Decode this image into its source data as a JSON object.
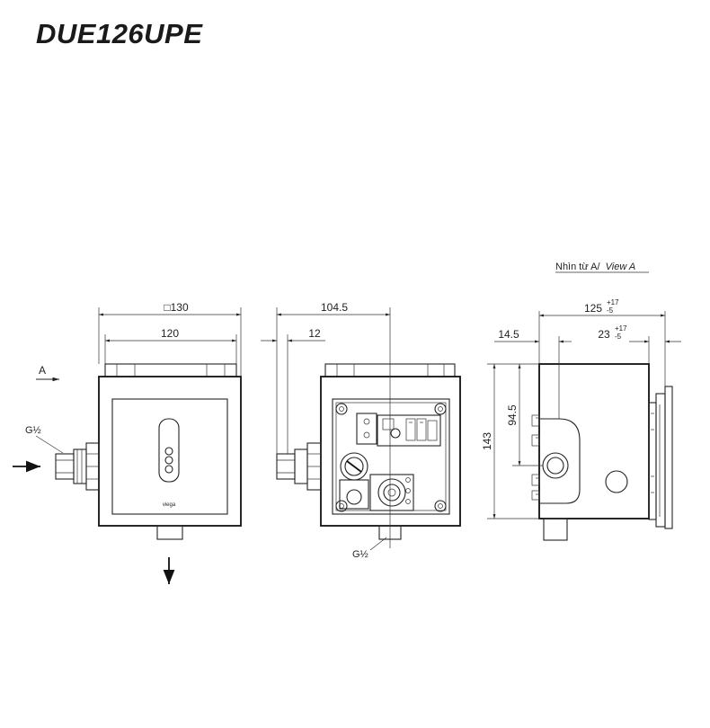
{
  "title": "DUE126UPE",
  "view_caption": {
    "main": "Nhìn từ A/",
    "italic": "View A"
  },
  "labels": {
    "arrow_a": "A",
    "thread_left": "G½",
    "thread_bottom": "G½",
    "brand_mark": "viega"
  },
  "dimensions": {
    "d130": "□130",
    "d120": "120",
    "d104_5": "104.5",
    "d12": "12",
    "d14_5": "14.5",
    "d125": "125",
    "d125_tol_plus": "+17",
    "d125_tol_minus": "-5",
    "d23": "23",
    "d23_tol_plus": "+17",
    "d23_tol_minus": "-5",
    "d94_5": "94.5",
    "d143": "143"
  }
}
